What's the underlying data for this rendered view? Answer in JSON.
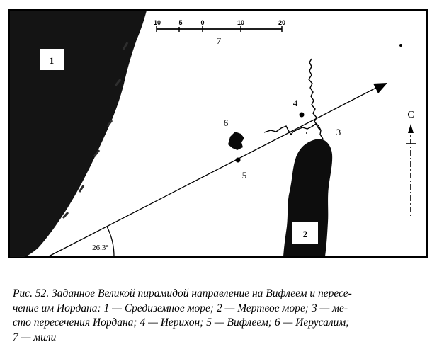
{
  "map": {
    "labels": {
      "sea": "1",
      "dead_sea": "2",
      "crossing": "3",
      "jericho": "4",
      "bethlehem": "5",
      "jerusalem": "6"
    },
    "scale": {
      "ticks": [
        "10",
        "5",
        "0",
        "10",
        "20"
      ],
      "label": "7"
    },
    "angle": "26.3°",
    "north": "С"
  },
  "caption": {
    "line1": "Рис. 52. Заданное Великой пирамидой направление на Вифлеем и пересе-",
    "line2": "чение им Иордана: 1 — Средиземное море; 2 — Мертвое море; 3 — ме-",
    "line3": "сто пересечения Иордана; 4 — Иерихон; 5 — Вифлеем; 6 — Иерусалим;",
    "line4": "7 — мили"
  }
}
